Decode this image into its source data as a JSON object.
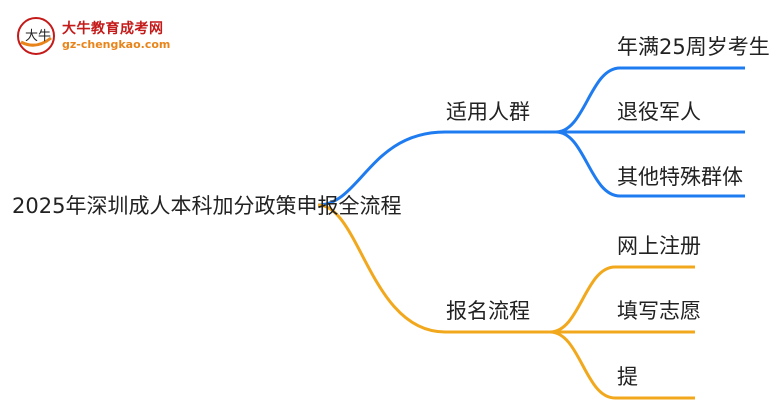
{
  "logo": {
    "title": "大牛教育成考网",
    "url": "gz-chengkao.com",
    "badge_text": "大牛"
  },
  "mindmap": {
    "root": "2025年深圳成人本科加分政策申报全流程",
    "branches": [
      {
        "label": "适用人群",
        "color": "#1f7cf0",
        "children": [
          "年满25周岁考生",
          "退役军人",
          "其他特殊群体"
        ]
      },
      {
        "label": "报名流程",
        "color": "#f2a81d",
        "children": [
          "网上注册",
          "填写志愿",
          "提"
        ]
      }
    ]
  }
}
